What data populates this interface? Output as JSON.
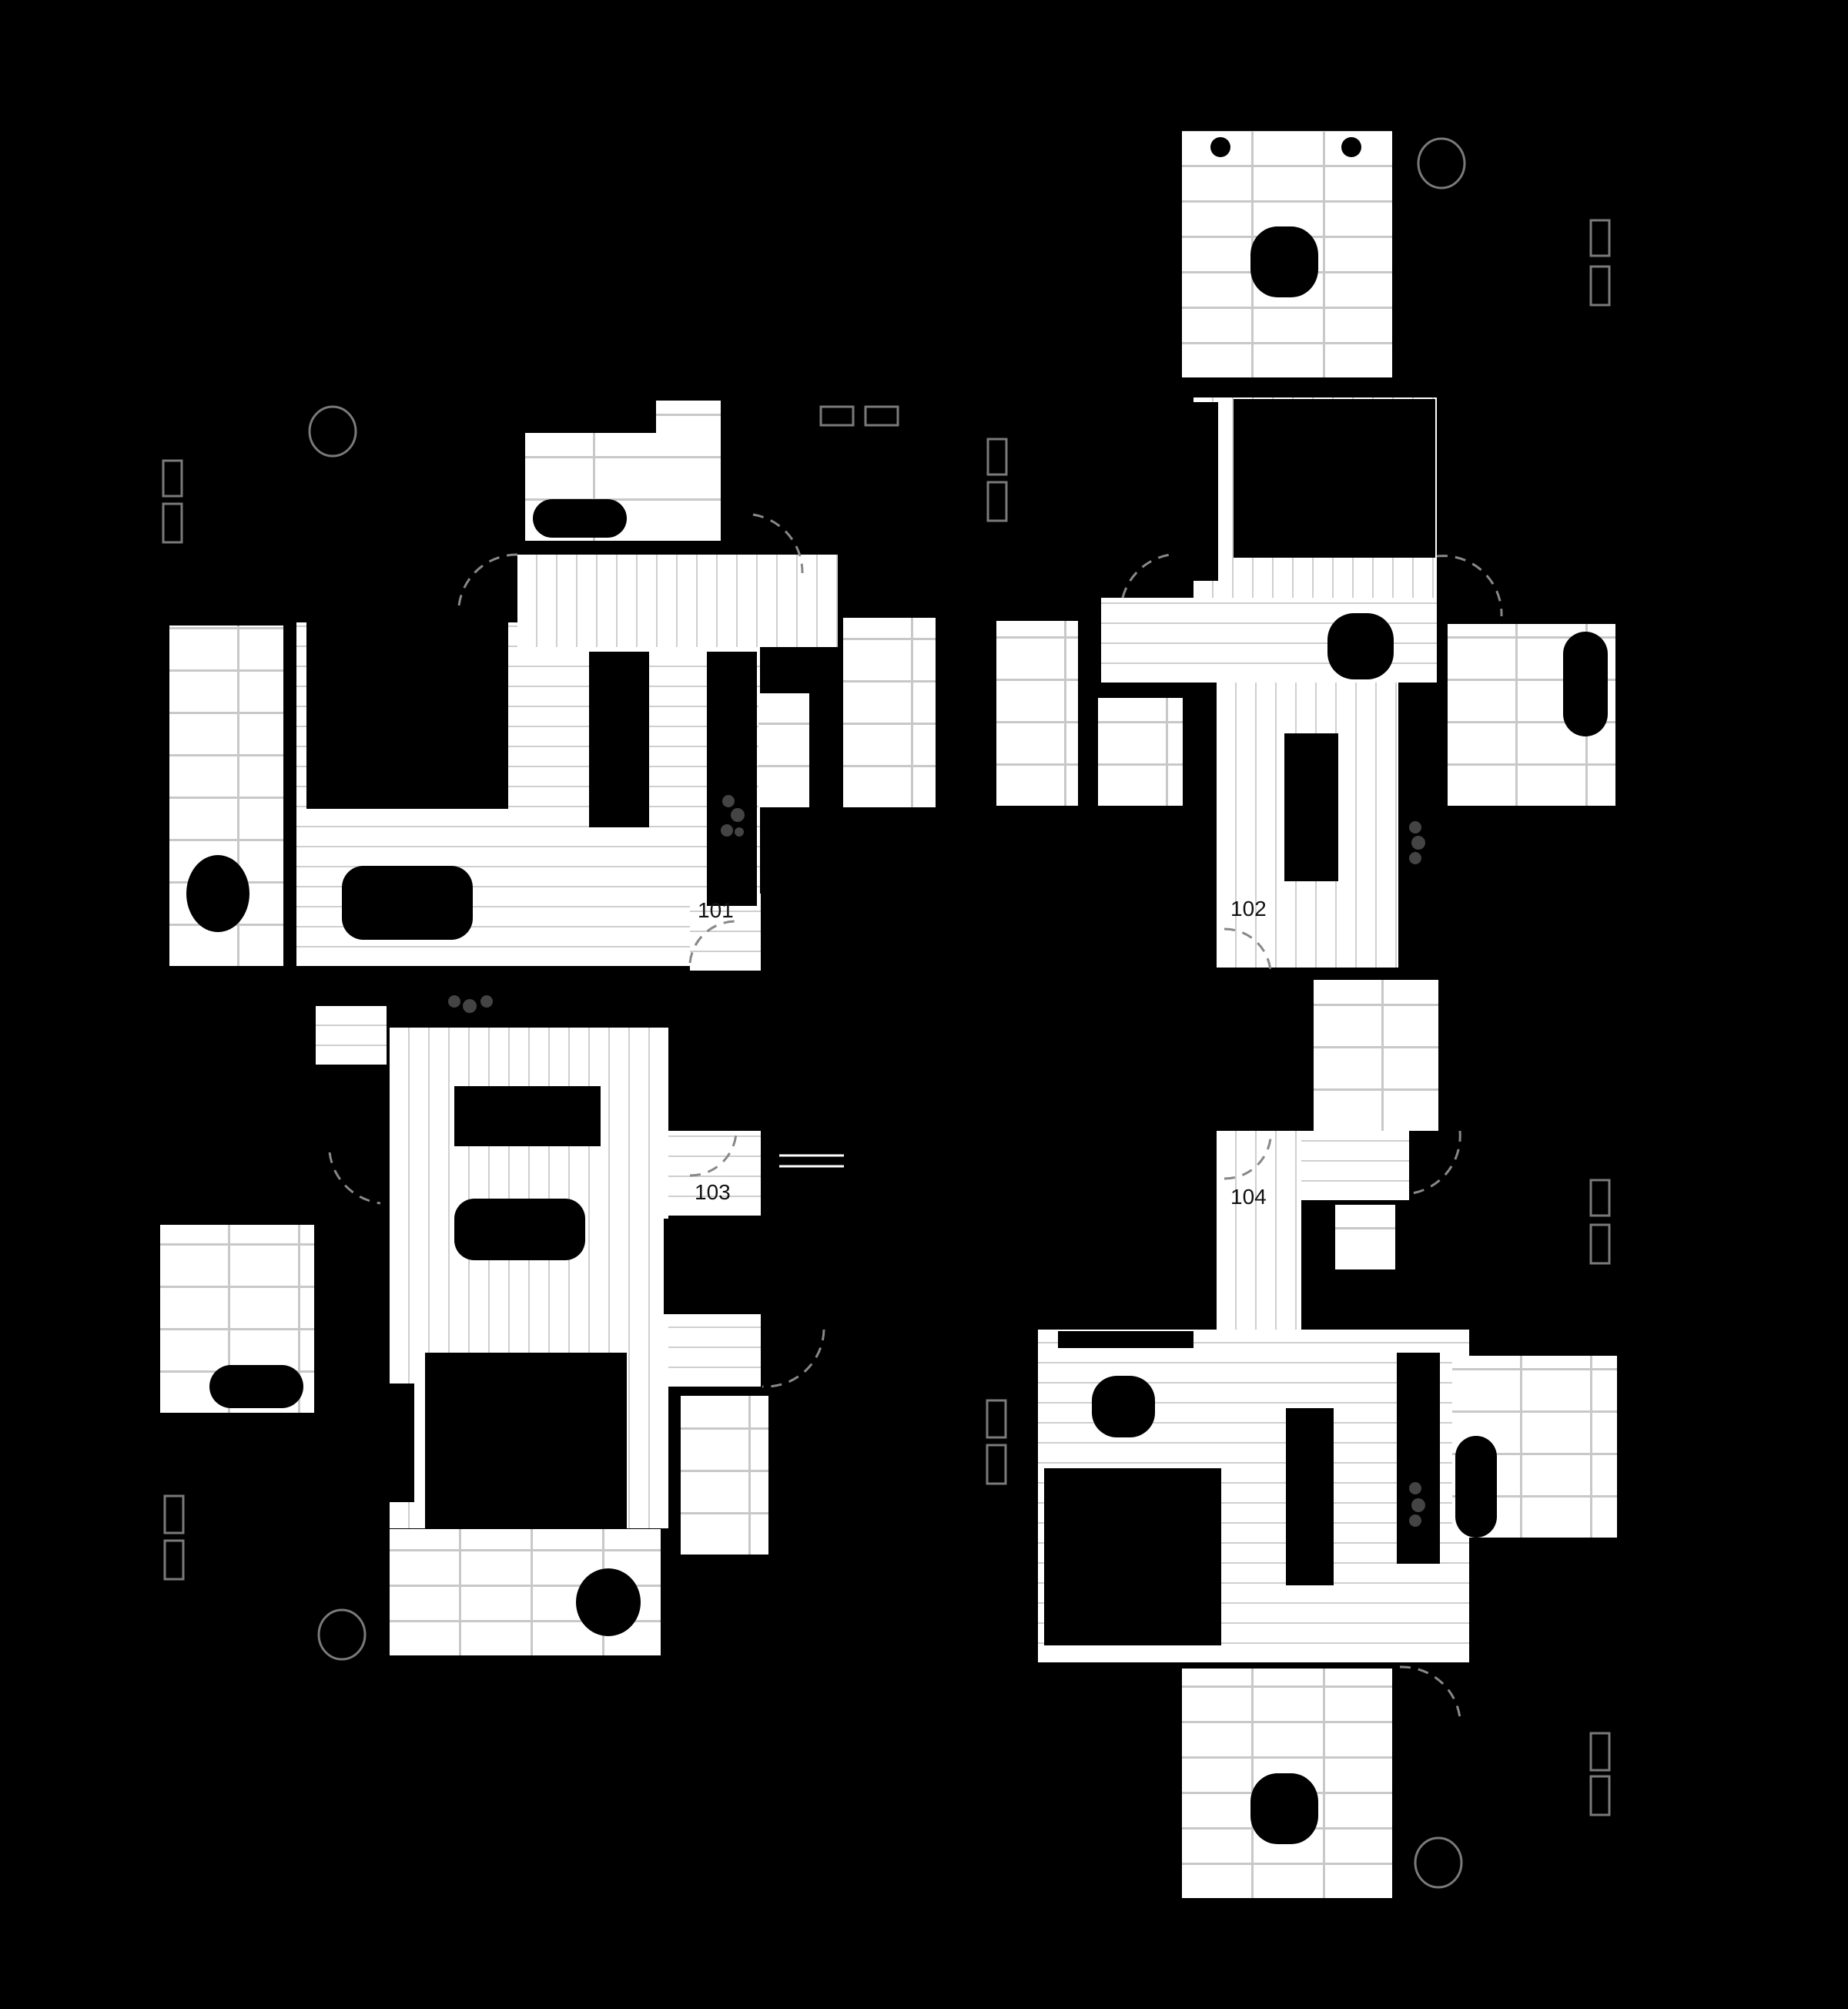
{
  "plan": {
    "type": "floor plan",
    "background": "#000000",
    "floor_color": "#ffffff",
    "grid_color": "#c8c8c8",
    "planter_outline_color": "#7a7a7a",
    "units": [
      {
        "id": "101",
        "label": "101"
      },
      {
        "id": "102",
        "label": "102"
      },
      {
        "id": "103",
        "label": "103"
      },
      {
        "id": "104",
        "label": "104"
      }
    ]
  }
}
